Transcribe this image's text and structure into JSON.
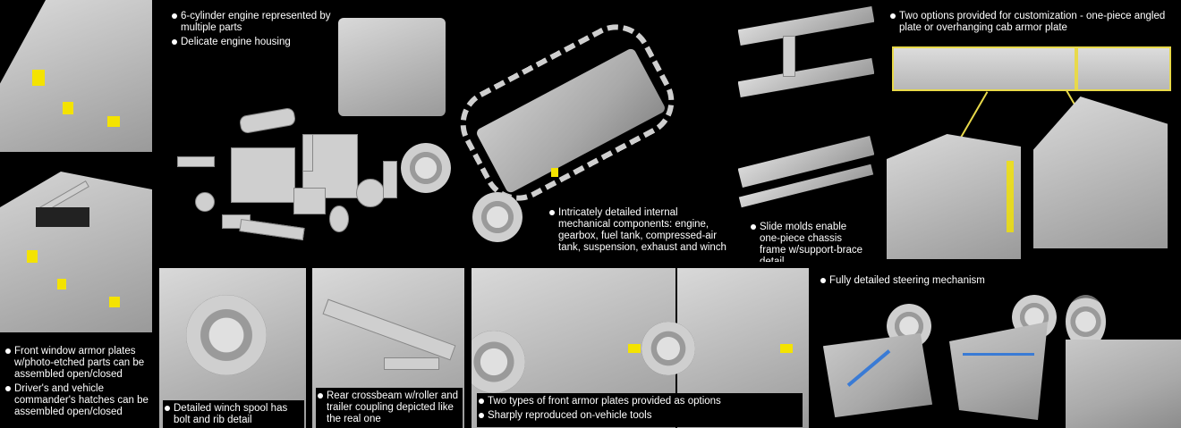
{
  "captions": {
    "engine_1": "6-cylinder engine represented by multiple parts",
    "engine_2": "Delicate engine housing",
    "internal": "Intricately detailed internal mechanical components: engine, gearbox, fuel tank, compressed-air tank, suspension, exhaust and winch",
    "slide_molds": "Slide molds enable one-piece chassis frame w/support-brace detail",
    "cab_options": "Two options provided for customization - one-piece angled plate or overhanging cab armor plate",
    "window_plates": "Front window armor plates w/photo-etched parts can be assembled open/closed",
    "hatches": "Driver's and vehicle commander's hatches can be assembled open/closed",
    "winch_spool": "Detailed winch spool has bolt and rib detail",
    "crossbeam": "Rear crossbeam w/roller and trailer coupling depicted like the real one",
    "front_plates": "Two types of front armor plates provided as options",
    "tools": "Sharply reproduced on-vehicle tools",
    "steering": "Fully detailed steering mechanism"
  },
  "colors": {
    "background": "#000000",
    "highlight": "#f4e300",
    "model_grey": "#c4c4c4",
    "steering_accent": "#3a7bd5"
  }
}
